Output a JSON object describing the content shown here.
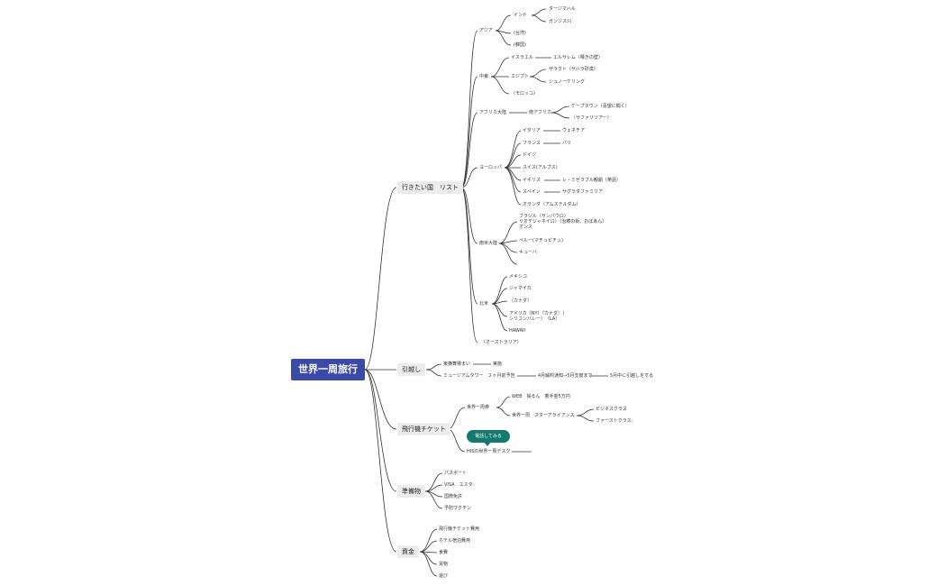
{
  "colors": {
    "root_bg": "#3a4aa6",
    "main_bg": "#ececec",
    "line": "#333333",
    "callout_bg": "#157a6e"
  },
  "root": "世界一周旅行",
  "branches": {
    "wish": "行きたい国　リスト",
    "move": "引越し",
    "flight": "飛行機チケット",
    "prep": "準備物",
    "money": "資金"
  },
  "wish": {
    "asia": "アジア",
    "india": "インド",
    "tajmahal": "タージマハル",
    "ganges": "ガンジス川",
    "taiwan": "(台湾)",
    "korea": "(韓国)",
    "mideast": "中東",
    "israel": "イスラエル",
    "jerusalem": "エルサレム（嘆きの壁）",
    "egypt": "エジプト",
    "sahara": "ザラクト（サハラ砂漠）",
    "snorkel": "シュノーケリング",
    "morocco": "（モロッコ）",
    "africa": "アフリカ大陸",
    "southafrica": "南アフリカ",
    "capetown": "ケープタウン（喜望に聞く）",
    "safari": "（サファリツアー）",
    "europe": "ヨーロッパ",
    "italy": "イタリア",
    "venice": "ヴェネチア",
    "france": "フランス",
    "paris": "パリ",
    "germany": "ドイツ",
    "swiss": "スイス(アルプス)",
    "uk": "イギリス",
    "lesmis": "レ・ミゼラブル観劇（英語）",
    "spain": "スペイン",
    "sagrada": "サグラダファミリア",
    "holland": "オランダ（アムステルダム）",
    "southamerica": "南米大陸",
    "brazil": "ブラジル（サンパウロ）\nリオデジャネイロ）（治療の街、おばあん）\nオンス",
    "peru": "ペルー(マチュピチュ)",
    "cuba": "キューバ",
    "northamerica": "北米",
    "mexico": "メキシコ",
    "jamaica": "ジャマイカ",
    "canada": "（カナダ）",
    "usa": "アメリカ（NY）（カナダ）（\nシリコンバレー）　（LA）",
    "hawaii": "HAWAII",
    "australia": "（オーストラリア）"
  },
  "move": {
    "bunkyo": "東横舞場まい",
    "tasks": "実施",
    "museum": "ミュージアムタワー　２ヶ月前予告",
    "april": "4月解約通知→5月支度まで",
    "may": "5月中に引越しをする"
  },
  "flight": {
    "rtw": "世界一周券",
    "web": "WEB　操るん　着手金5万円",
    "star": "世界一周　スターアライアンス",
    "business": "ビジネスクラス",
    "first": "ファーストクラス",
    "callout": "電話してみる",
    "his": "HISの世界一周デスク"
  },
  "prep": {
    "passport": "パスポート",
    "visa": "VISA　エスタ",
    "license": "国際免許",
    "vaccine": "予防ワクチン"
  },
  "money": {
    "flightfee": "飛行機チケット費用",
    "hotelfee": "ホテル宿泊費用",
    "food": "食費",
    "shopping": "買物",
    "fun": "遊び"
  }
}
